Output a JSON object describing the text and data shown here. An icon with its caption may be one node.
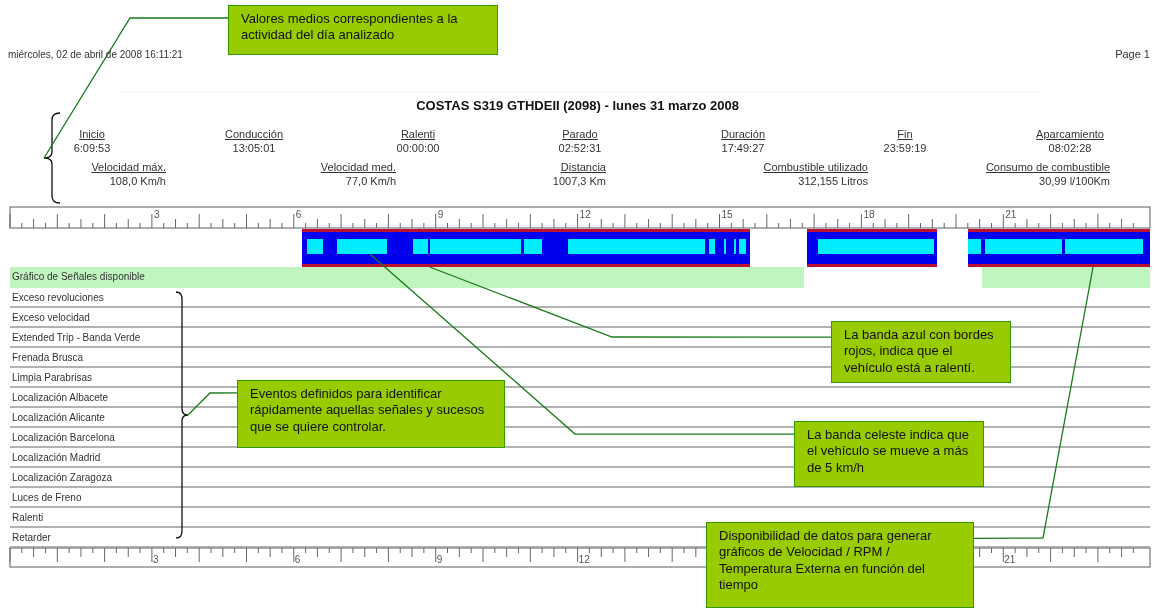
{
  "diagram": {
    "title": "COSTAS S319 GTHDEII (2098) - lunes 31 marzo 2008",
    "nodes": [
      {
        "text": [
          "Valores medios correspondientes a la actividad del día analizado"
        ]
      },
      {
        "text": [],
        "shape": "bracket"
      },
      {
        "text": [],
        "shape": "bar"
      },
      {
        "text": [],
        "shape": "bar",
        "in": 2
      },
      {
        "text": [],
        "shape": "bar"
      },
      {
        "text": [
          "Gráfico de Señales disponible"
        ]
      },
      {
        "text": [],
        "shape": "bracket"
      },
      {
        "text": [
          "La banda azul con bordes rojos, indica que el vehículo está a ralentí."
        ]
      },
      {
        "text": [
          "Eventos definidos para identificar rápidamente aquellas señales y sucesos que se quiere controlar."
        ]
      },
      {
        "text": [
          "La banda celeste indica que el vehículo se mueve a más de 5 km/h"
        ]
      },
      {
        "text": [
          "Disponibilidad de datos para generar gráficos de Velocidad / RPM / Temperatura Externa en función del tiempo"
        ]
      }
    ],
    "edges": [
      {
        "from": 0,
        "to": 1,
        "arrow": "none"
      },
      {
        "from": 7,
        "to": 2,
        "arrow": "none"
      },
      {
        "from": 8,
        "to": 6,
        "arrow": "none"
      },
      {
        "from": 9,
        "to": 3,
        "arrow": "none"
      },
      {
        "from": 10,
        "to": 4,
        "arrow": "none"
      }
    ],
    "labels": [
      "miércoles, 02 de abril de 2008 16:11:21",
      "Page 1",
      "Inicio",
      "6:09:53",
      "Conducción",
      "13:05:01",
      "Ralenti",
      "00:00:00",
      "Parado",
      "02:52:31",
      "Duración",
      "17:49:27",
      "Fin",
      "23:59:19",
      "Aparcamiento",
      "08:02:28",
      "Velocidad máx.",
      "108,0 Km/h",
      "Velocidad med.",
      "77,0 Km/h",
      "Distancia",
      "1007,3 Km",
      "Combustible utilizado",
      "312,155 Litros",
      "Consumo de combustible",
      "30,99 l/100Km",
      "3",
      "6",
      "9",
      "12",
      "15",
      "18",
      "21",
      "Exceso revoluciones",
      "Exceso velocidad",
      "Extended Trip - Banda Verde",
      "Frenada Brusca",
      "Limpia Parabrisas",
      "Localización Albacete",
      "Localización Alicante",
      "Localización Barcelona",
      "Localización Madrid",
      "Localización Zaragoza",
      "Luces de Freno",
      "Ralenti",
      "Retarder",
      "3",
      "6",
      "9",
      "12",
      "21"
    ]
  }
}
